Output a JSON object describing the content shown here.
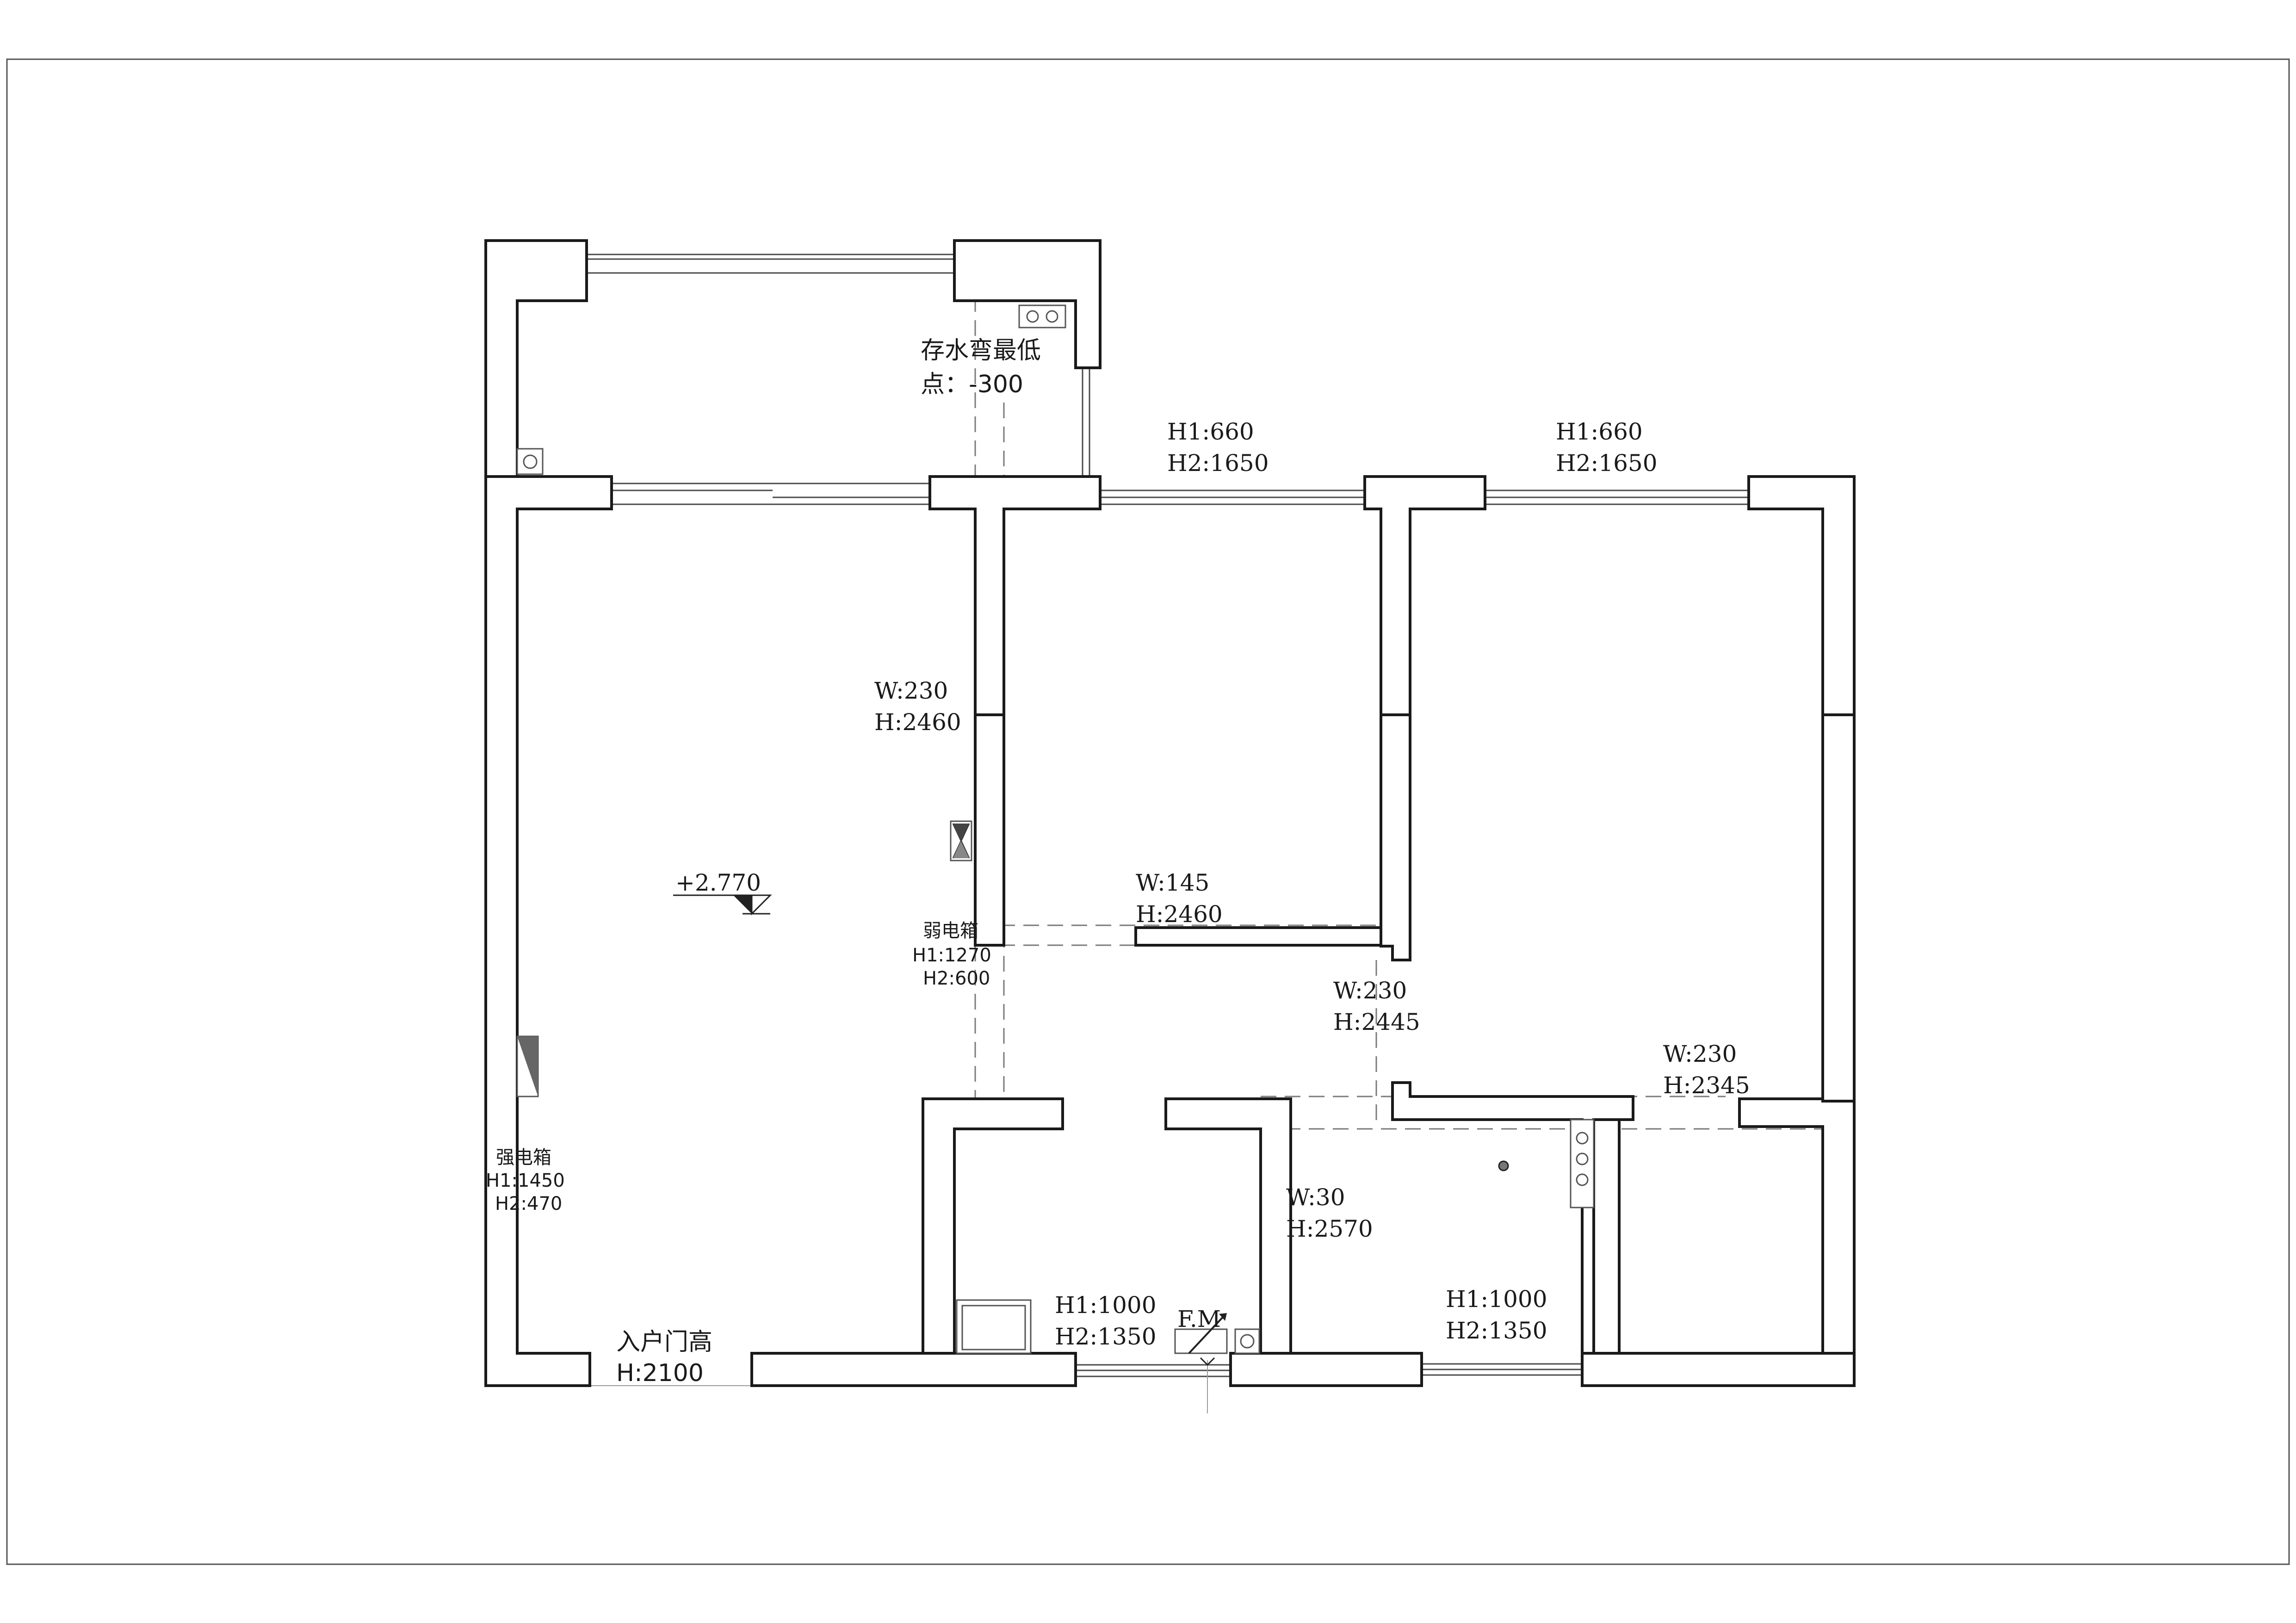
{
  "labels": {
    "trap_low_point_1": "存水弯最低",
    "trap_low_point_2": "点：-300",
    "top_win1_h1": "H1:660",
    "top_win1_h2": "H2:1650",
    "top_win2_h1": "H1:660",
    "top_win2_h2": "H2:1650",
    "door1_w": "W:230",
    "door1_h": "H:2460",
    "level": "+2.770",
    "weak_box_name": "弱电箱",
    "weak_box_h1": "H1:1270",
    "weak_box_h2": "H2:600",
    "door2_w": "W:145",
    "door2_h": "H:2460",
    "door3_w": "W:230",
    "door3_h": "H:2445",
    "door4_w": "W:230",
    "door4_h": "H:2345",
    "strong_box_name": "强电箱",
    "strong_box_h1": "H1:1450",
    "strong_box_h2": "H2:470",
    "door5_w": "W:30",
    "door5_h": "H:2570",
    "bot_win1_h1": "H1:1000",
    "bot_win1_h2": "H2:1350",
    "fm": "F.M",
    "bot_win2_h1": "H1:1000",
    "bot_win2_h2": "H2:1350",
    "entry_door": "入户门高",
    "entry_door_h": "H:2100"
  },
  "colors": {
    "wall_stroke": "#1a1a1a",
    "background": "#ffffff"
  }
}
